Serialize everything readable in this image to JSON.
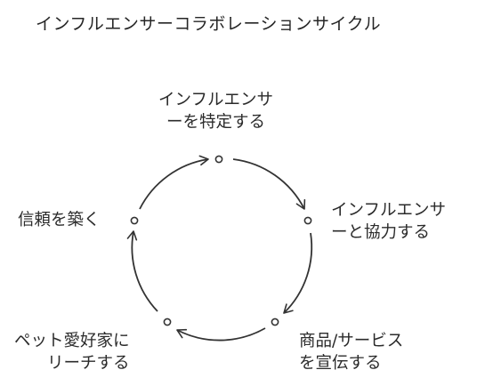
{
  "title": "インフルエンサーコラボレーションサイクル",
  "steps": [
    {
      "line1": "インフルエンサ",
      "line2": "ーを特定する"
    },
    {
      "line1": "インフルエンサ",
      "line2": "ーと協力する"
    },
    {
      "line1": "商品/サービス",
      "line2": "を宣伝する"
    },
    {
      "line1": "ペット愛好家に",
      "line2": "リーチする"
    },
    {
      "line1": "信頼を築く"
    }
  ],
  "colors": {
    "stroke": "#333333",
    "text": "#2b2b2b"
  }
}
